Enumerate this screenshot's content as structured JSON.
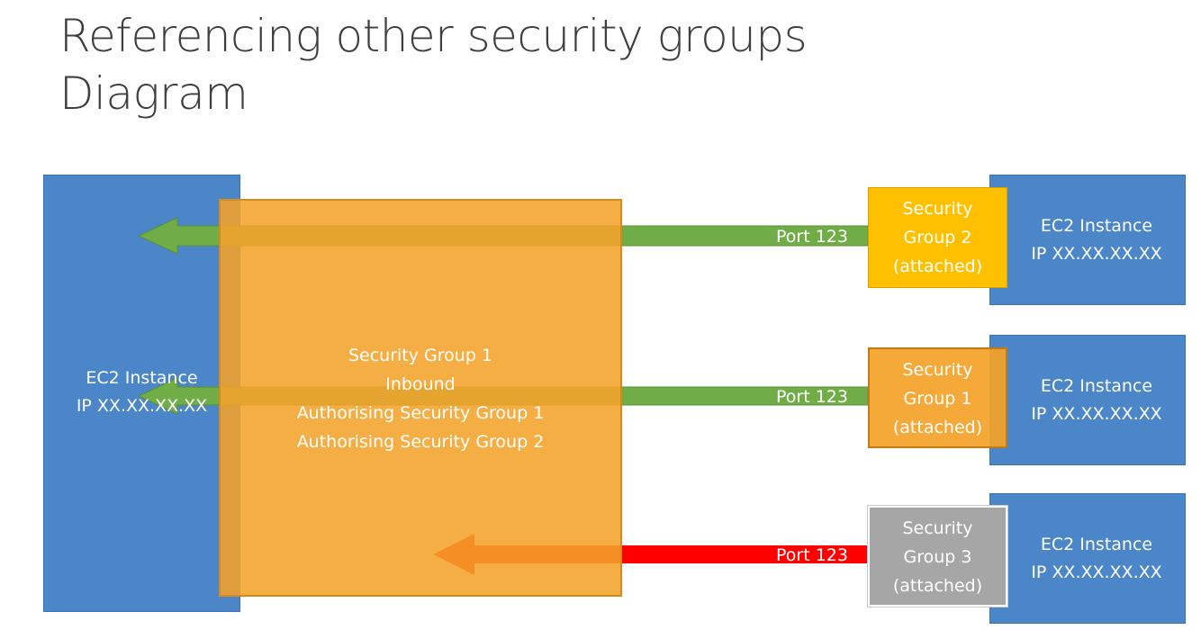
{
  "title": {
    "line1": "Referencing other security groups",
    "line2": "Diagram"
  },
  "left_instance": {
    "line1": "EC2 Instance",
    "line2": "IP XX.XX.XX.XX"
  },
  "security_group_1": {
    "line1": "Security Group 1",
    "line2": "Inbound",
    "line3": "Authorising Security Group 1",
    "line4": "Authorising Security Group 2"
  },
  "rows": [
    {
      "port": "Port 123",
      "sg_line1": "Security",
      "sg_line2": "Group 2",
      "sg_line3": "(attached)",
      "instance_line1": "EC2 Instance",
      "instance_line2": "IP XX.XX.XX.XX",
      "arrow_color": "#70ad47",
      "sg_color": "#ffc000"
    },
    {
      "port": "Port 123",
      "sg_line1": "Security",
      "sg_line2": "Group 1",
      "sg_line3": "(attached)",
      "instance_line1": "EC2 Instance",
      "instance_line2": "IP XX.XX.XX.XX",
      "arrow_color": "#70ad47",
      "sg_color": "#f4a32a"
    },
    {
      "port": "Port 123",
      "sg_line1": "Security",
      "sg_line2": "Group 3",
      "sg_line3": "(attached)",
      "instance_line1": "EC2 Instance",
      "instance_line2": "IP XX.XX.XX.XX",
      "arrow_color": "#ff0000",
      "sg_color": "#a6a6a6"
    }
  ],
  "colors": {
    "instance_blue": "#4a86c8",
    "sg1_orange": "#f4a32a",
    "allowed_green": "#70ad47",
    "denied_red": "#ff0000"
  }
}
